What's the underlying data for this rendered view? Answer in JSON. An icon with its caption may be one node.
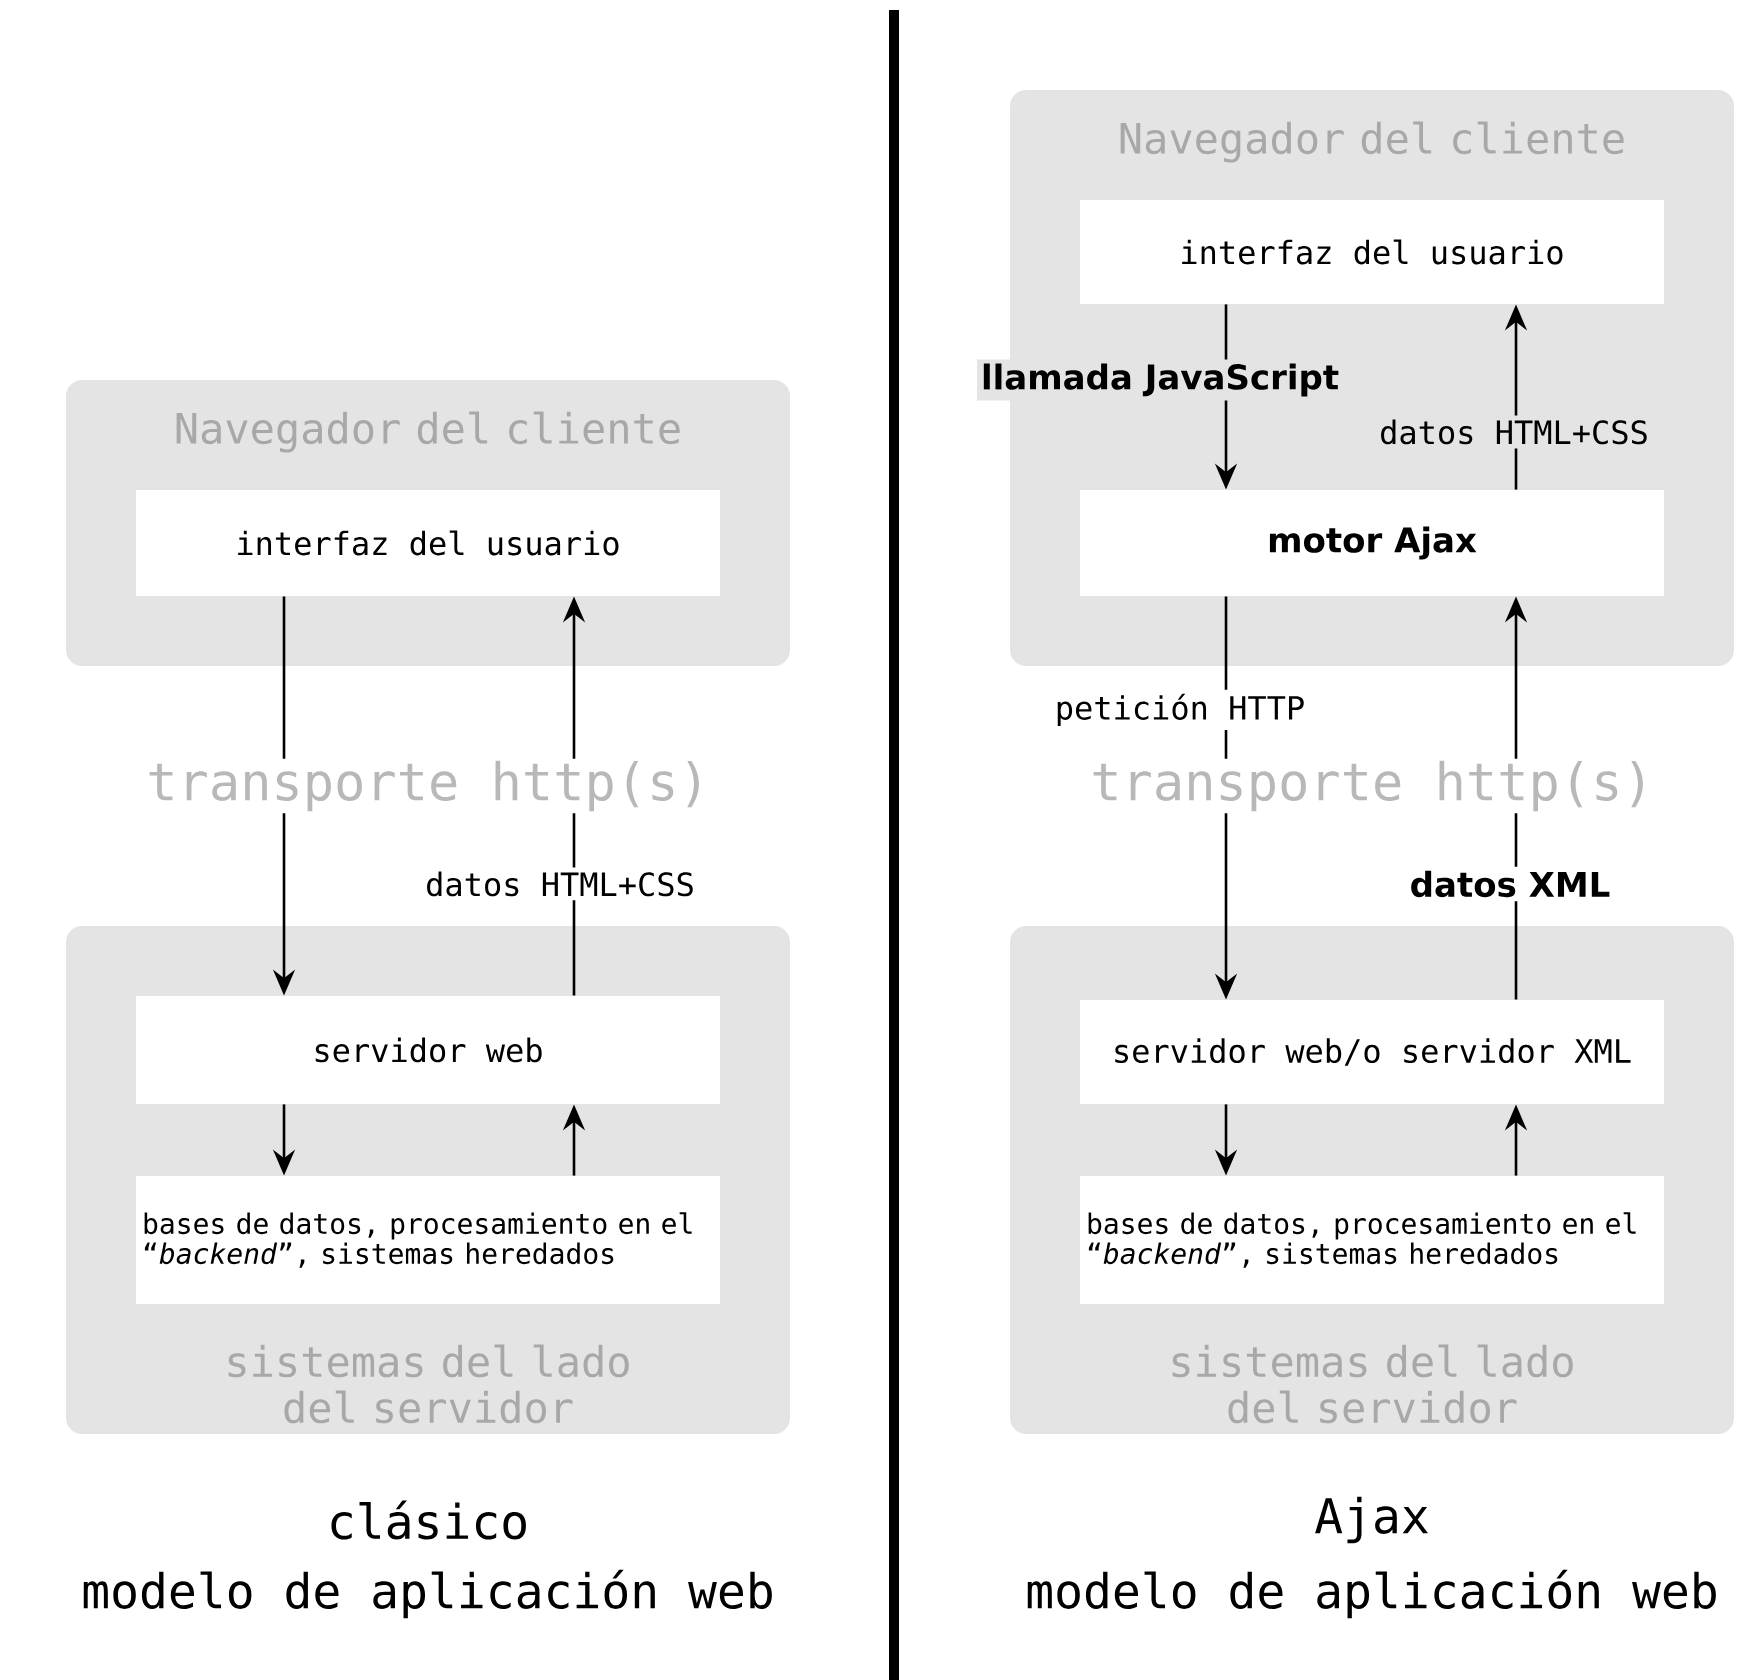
{
  "diagram": {
    "nodes": [
      {
        "text": [
          "Navegador del cliente"
        ]
      },
      {
        "text": [
          "interfaz del usuario"
        ],
        "in": 0
      },
      {
        "text": [
          "sistemas del lado del servidor"
        ]
      },
      {
        "text": [
          "servidor web"
        ],
        "in": 2
      },
      {
        "text": [
          "bases de datos, procesamiento en el “*backend*”, sistemas heredados"
        ],
        "in": 2
      },
      {
        "text": [
          "Navegador del cliente"
        ]
      },
      {
        "text": [
          "interfaz del usuario"
        ],
        "in": 5
      },
      {
        "text": [
          "motor Ajax"
        ],
        "in": 5
      },
      {
        "text": [
          "sistemas del lado del servidor"
        ]
      },
      {
        "text": [
          "servidor web/o servidor XML"
        ],
        "in": 8
      },
      {
        "text": [
          "bases de datos, procesamiento en el “*backend*”, sistemas heredados"
        ],
        "in": 8
      }
    ],
    "edges": [
      {
        "from": 1,
        "to": 3,
        "arrow": "to"
      },
      {
        "from": 3,
        "to": 1,
        "arrow": "to",
        "label": "datos HTML+CSS"
      },
      {
        "from": 3,
        "to": 4,
        "arrow": "to"
      },
      {
        "from": 4,
        "to": 3,
        "arrow": "to"
      },
      {
        "from": 6,
        "to": 7,
        "arrow": "to",
        "label": "llamada JavaScript"
      },
      {
        "from": 7,
        "to": 6,
        "arrow": "to",
        "label": "datos HTML+CSS"
      },
      {
        "from": 7,
        "to": 9,
        "arrow": "to",
        "label": "petición HTTP"
      },
      {
        "from": 9,
        "to": 7,
        "arrow": "to",
        "label": "datos XML"
      },
      {
        "from": 9,
        "to": 10,
        "arrow": "to"
      },
      {
        "from": 10,
        "to": 9,
        "arrow": "to"
      }
    ],
    "labels": [
      "transporte http(s)",
      "transporte http(s)",
      "clásico",
      "modelo de aplicación web",
      "Ajax",
      "modelo de aplicación web"
    ]
  }
}
